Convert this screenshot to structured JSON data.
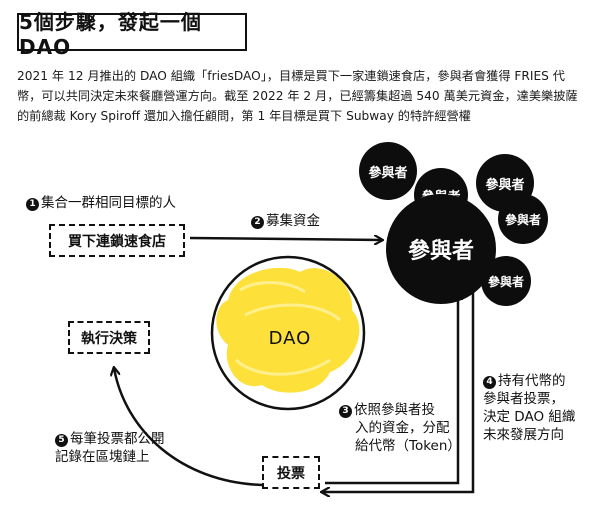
{
  "title": "5個步驟，發起一個DAO",
  "intro": "2021 年 12 月推出的 DAO 組織「friesDAO」，目標是買下一家連鎖速食店，參與者會獲得 FRIES 代幣，可以共同決定未來餐廳營運方向。截至 2022 年 2 月，已經籌集超過 540 萬美元資金，達美樂披薩的前總裁 Kory Spiroff 還加入擔任顧問，第 1 年目標是買下 Subway 的特許經營權",
  "center": {
    "label": "DAO"
  },
  "boxes": {
    "buy_chain": "買下連鎖速食店",
    "execute": "執行決策",
    "vote": "投票"
  },
  "participants": {
    "main": "參與者",
    "small": [
      "參與者",
      "參與者",
      "參與者",
      "參與者",
      "參與者"
    ]
  },
  "steps": {
    "s1": {
      "num": "1",
      "text": "集合一群相同目標的人"
    },
    "s2": {
      "num": "2",
      "text": "募集資金"
    },
    "s3": {
      "num": "3",
      "lines": [
        "依照參與者投",
        "入的資金，分配",
        "給代幣（Token）"
      ]
    },
    "s4": {
      "num": "4",
      "lines": [
        "持有代幣的",
        "參與者投票，",
        "決定 DAO 組織",
        "未來發展方向"
      ]
    },
    "s5": {
      "num": "5",
      "lines": [
        "每筆投票都公開",
        "記錄在區塊鏈上"
      ]
    }
  },
  "colors": {
    "accent_yellow": "#fde13a",
    "ink": "#111111"
  }
}
